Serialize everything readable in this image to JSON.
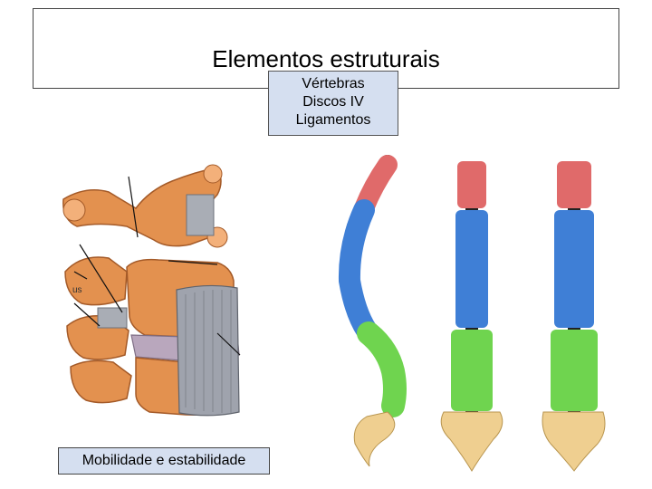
{
  "title": "Elementos estruturais",
  "components": [
    "Vértebras",
    "Discos IV",
    "Ligamentos"
  ],
  "caption": "Mobilidade e estabilidade",
  "fragment_label": "us",
  "colors": {
    "bone": "#e3914f",
    "bone_light": "#f3b07a",
    "disc": "#9fa3ad",
    "cervical": "#e06a6a",
    "thoracic": "#3f7fd6",
    "lumbar": "#6fd44f",
    "sacrum": "#efcf90",
    "label_bg": "#d5dff0"
  }
}
